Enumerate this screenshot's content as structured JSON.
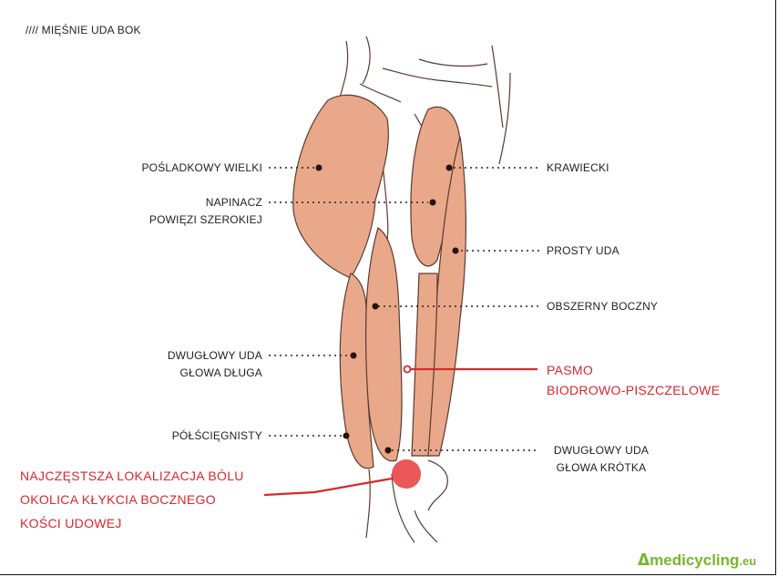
{
  "title": "//// MIĘŚNIE UDA BOK",
  "labels_left": [
    {
      "key": "gluteus",
      "text": "POŚLADKOWY WIELKI"
    },
    {
      "key": "tfl_1",
      "text": "NAPINACZ"
    },
    {
      "key": "tfl_2",
      "text": "POWIĘZI SZEROKIEJ"
    },
    {
      "key": "biceps_long_1",
      "text": "DWUGŁOWY UDA"
    },
    {
      "key": "biceps_long_2",
      "text": "GŁOWA DŁUGA"
    },
    {
      "key": "semitend",
      "text": "PÓŁŚCIĘGNISTY"
    }
  ],
  "labels_right": [
    {
      "key": "sartorius",
      "text": "KRAWIECKI"
    },
    {
      "key": "rectus",
      "text": "PROSTY UDA"
    },
    {
      "key": "vastus",
      "text": "OBSZERNY BOCZNY"
    },
    {
      "key": "biceps_short_1",
      "text": "DWUGŁOWY UDA"
    },
    {
      "key": "biceps_short_2",
      "text": "GŁOWA KRÓTKA"
    }
  ],
  "labels_red": {
    "itband_1": "PASMO",
    "itband_2": "BIODROWO-PISZCZELOWE",
    "pain_1": "NAJCZĘSTSZA LOKALIZACJA BÓLU",
    "pain_2": "OKOLICA KŁYKCIA BOCZNEGO",
    "pain_3": "KOŚCI UDOWEJ"
  },
  "logo": {
    "brand": "medicycling",
    "tld": ".eu"
  },
  "colors": {
    "muscle": "#eaa88a",
    "outline": "#5a3a30",
    "accent": "#d6282e",
    "logo": "#78b62c"
  }
}
